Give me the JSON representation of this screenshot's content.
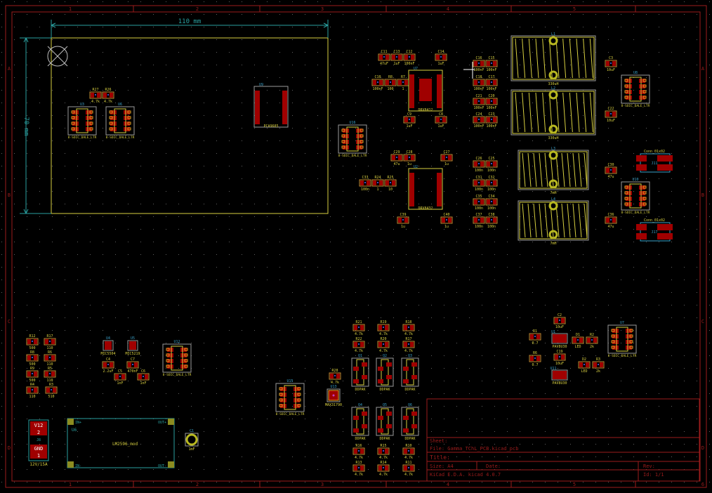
{
  "board": {
    "width_label": "110 mm",
    "height_label": "70 mm"
  },
  "frame": {
    "columns": [
      "1",
      "2",
      "3",
      "4",
      "5",
      "6"
    ],
    "rows": [
      "A",
      "B",
      "C",
      "D"
    ]
  },
  "title_block": {
    "sheet": "Sheet:",
    "file": "File: Gamma_TChL_PCB.kicad_pcb",
    "title": "Title:",
    "size": "Size: A4",
    "date": "Date:",
    "rev": "Rev:",
    "tool": "KiCad E.D.A.  kicad 4.0.7",
    "id": "Id: 1/1"
  },
  "components": [
    {
      "ref": "R27",
      "value": "4.7k",
      "type": "smd"
    },
    {
      "ref": "R26",
      "value": "4.7k",
      "type": "smd"
    },
    {
      "ref": "U3",
      "value": "8-SOIC_DALE_LTR",
      "type": "soic"
    },
    {
      "ref": "U6",
      "value": "8-SOIC_DALE_LTR",
      "type": "soic"
    },
    {
      "ref": "U9",
      "value": "PCA9685",
      "type": "big"
    },
    {
      "ref": "C11",
      "value": "47uF",
      "type": "smd"
    },
    {
      "ref": "C13",
      "value": "1uF",
      "type": "smd"
    },
    {
      "ref": "C12",
      "value": "100nF",
      "type": "smd"
    },
    {
      "ref": "C14",
      "value": "1uF",
      "type": "smd"
    },
    {
      "ref": "C16",
      "value": "100nF",
      "type": "smd"
    },
    {
      "ref": "C15",
      "value": "100nF",
      "type": "smd"
    },
    {
      "ref": "C10",
      "value": "100nF",
      "type": "smd"
    },
    {
      "ref": "R8",
      "value": "100",
      "type": "smd"
    },
    {
      "ref": "R7",
      "value": "1",
      "type": "smd"
    },
    {
      "ref": "U7",
      "value": "DRV8412",
      "type": "bigpad"
    },
    {
      "ref": "C9",
      "value": "1uF",
      "type": "smd"
    },
    {
      "ref": "C8",
      "value": "1uF",
      "type": "smd"
    },
    {
      "ref": "C18",
      "value": "100nF",
      "type": "smd"
    },
    {
      "ref": "C17",
      "value": "100nF",
      "type": "smd"
    },
    {
      "ref": "C21",
      "value": "100nF",
      "type": "smd"
    },
    {
      "ref": "C20",
      "value": "100nF",
      "type": "smd"
    },
    {
      "ref": "C24",
      "value": "100nF",
      "type": "smd"
    },
    {
      "ref": "C23",
      "value": "100nF",
      "type": "smd"
    },
    {
      "ref": "U16",
      "value": "8-SOIC_DALE_LTR",
      "type": "soic"
    },
    {
      "ref": "C29",
      "value": "47u",
      "type": "smd"
    },
    {
      "ref": "C28",
      "value": "1u",
      "type": "smd"
    },
    {
      "ref": "C27",
      "value": "1u",
      "type": "smd"
    },
    {
      "ref": "C26",
      "value": "100n",
      "type": "smd"
    },
    {
      "ref": "C25",
      "value": "100n",
      "type": "smd"
    },
    {
      "ref": "C31",
      "value": "100n",
      "type": "smd"
    },
    {
      "ref": "C32",
      "value": "100n",
      "type": "smd"
    },
    {
      "ref": "C35",
      "value": "100n",
      "type": "smd"
    },
    {
      "ref": "C34",
      "value": "100n",
      "type": "smd"
    },
    {
      "ref": "C37",
      "value": "100n",
      "type": "smd"
    },
    {
      "ref": "C38",
      "value": "100n",
      "type": "smd"
    },
    {
      "ref": "C33",
      "value": "100n",
      "type": "smd"
    },
    {
      "ref": "R24",
      "value": "1",
      "type": "smd"
    },
    {
      "ref": "R25",
      "value": "10",
      "type": "smd"
    },
    {
      "ref": "U2",
      "value": "DRV8432",
      "type": "big"
    },
    {
      "ref": "C39",
      "value": "1u",
      "type": "smd"
    },
    {
      "ref": "C40",
      "value": "1u",
      "type": "smd"
    },
    {
      "ref": "L1",
      "value": "330uH",
      "type": "ind"
    },
    {
      "ref": "L2",
      "value": "330uH",
      "type": "ind"
    },
    {
      "ref": "L3",
      "value": "7mH",
      "type": "ind2"
    },
    {
      "ref": "L4",
      "value": "7mH",
      "type": "ind2"
    },
    {
      "ref": "C3",
      "value": "10uF",
      "type": "smd"
    },
    {
      "ref": "C22",
      "value": "10uF",
      "type": "smd"
    },
    {
      "ref": "C30",
      "value": "47u",
      "type": "smd"
    },
    {
      "ref": "C36",
      "value": "47u",
      "type": "smd"
    },
    {
      "ref": "U8",
      "value": "8-SOIC_DALE_LTR",
      "type": "soicsm"
    },
    {
      "ref": "U10",
      "value": "8-SOIC_DALE_LTR",
      "type": "soicsm"
    },
    {
      "ref": "J11",
      "value": "Conn_01x02",
      "type": "conn"
    },
    {
      "ref": "J17",
      "value": "Conn_01x02",
      "type": "conn"
    },
    {
      "ref": "R12",
      "value": "500",
      "type": "smd"
    },
    {
      "ref": "R17",
      "value": "110",
      "type": "smd"
    },
    {
      "ref": "R8",
      "value": "500",
      "type": "smd"
    },
    {
      "ref": "R6",
      "value": "110",
      "type": "smd"
    },
    {
      "ref": "R9",
      "value": "500",
      "type": "smd"
    },
    {
      "ref": "R5",
      "value": "110",
      "type": "smd"
    },
    {
      "ref": "R4",
      "value": "110",
      "type": "smd"
    },
    {
      "ref": "R3",
      "value": "510",
      "type": "smd"
    },
    {
      "ref": "U4",
      "value": "MIC5504",
      "type": "sot"
    },
    {
      "ref": "U5",
      "value": "MIC5219",
      "type": "sot"
    },
    {
      "ref": "C4",
      "value": "2.2uF",
      "type": "smd"
    },
    {
      "ref": "C7",
      "value": "470nF",
      "type": "smd"
    },
    {
      "ref": "C5",
      "value": "1nF",
      "type": "smd"
    },
    {
      "ref": "C6",
      "value": "1nF",
      "type": "smd"
    },
    {
      "ref": "U12",
      "value": "8-SOIC_DALE_LTR",
      "type": "soicsm"
    },
    {
      "ref": "C1",
      "value": "1mF",
      "type": "cap"
    },
    {
      "ref": "U15",
      "value": "8-SOIC_DALE_LTR",
      "type": "soicsm"
    },
    {
      "ref": "R28",
      "value": "4.7k",
      "type": "smd"
    },
    {
      "ref": "U13",
      "value": "MAX31790",
      "type": "qfn"
    },
    {
      "ref": "R21",
      "value": "4.7k",
      "type": "smd"
    },
    {
      "ref": "R19",
      "value": "4.7k",
      "type": "smd"
    },
    {
      "ref": "R18",
      "value": "4.7k",
      "type": "smd"
    },
    {
      "ref": "R22",
      "value": "4.7k",
      "type": "smd"
    },
    {
      "ref": "R20",
      "value": "4.7k",
      "type": "smd"
    },
    {
      "ref": "R17",
      "value": "4.7k",
      "type": "smd"
    },
    {
      "ref": "Q1",
      "value": "DDPAK",
      "type": "fet"
    },
    {
      "ref": "Q2",
      "value": "DDPAK",
      "type": "fet"
    },
    {
      "ref": "Q3",
      "value": "DDPAK",
      "type": "fet"
    },
    {
      "ref": "Q4",
      "value": "DDPAK",
      "type": "fet"
    },
    {
      "ref": "Q5",
      "value": "DDPAK",
      "type": "fet"
    },
    {
      "ref": "Q6",
      "value": "DDPAK",
      "type": "fet"
    },
    {
      "ref": "R16",
      "value": "4.7k",
      "type": "smd"
    },
    {
      "ref": "R15",
      "value": "4.7k",
      "type": "smd"
    },
    {
      "ref": "R10",
      "value": "4.7k",
      "type": "smd"
    },
    {
      "ref": "R13",
      "value": "4.7k",
      "type": "smd"
    },
    {
      "ref": "R14",
      "value": "4.7k",
      "type": "smd"
    },
    {
      "ref": "R11",
      "value": "4.7k",
      "type": "smd"
    },
    {
      "ref": "C2",
      "value": "10uF",
      "type": "smd"
    },
    {
      "ref": "R1",
      "value": "0.7",
      "type": "smd"
    },
    {
      "ref": "U1",
      "value": "PAV8U30",
      "type": "reg"
    },
    {
      "ref": "D1",
      "value": "LED",
      "type": "smd"
    },
    {
      "ref": "R2",
      "value": "2k",
      "type": "smd"
    },
    {
      "ref": "C19",
      "value": "10uF",
      "type": "smd"
    },
    {
      "ref": "R6",
      "value": "0.7",
      "type": "smd"
    },
    {
      "ref": "U11",
      "value": "PAV8U30",
      "type": "reg"
    },
    {
      "ref": "D2",
      "value": "LED",
      "type": "smd"
    },
    {
      "ref": "R3",
      "value": "2k",
      "type": "smd"
    },
    {
      "ref": "U7",
      "value": "8-SOIC_DALE_LTR",
      "type": "soicsm"
    }
  ],
  "power_connector": {
    "ref": "J8",
    "pin2": "V12",
    "pin2_num": "2",
    "pin1": "GND",
    "pin1_num": "1",
    "value": "12V/15A"
  },
  "module": {
    "ref": "U6",
    "value": "LM2596_mod",
    "in_plus": "IN+",
    "in_minus": "IN-",
    "out_plus": "OUT+",
    "out_minus": "OUT-"
  },
  "colors": {
    "frame": "#9c1c1c",
    "board_edge": "#d8d040",
    "dimension": "#2aa0a0",
    "pad": "#a00000",
    "silk": "#d8d040"
  }
}
